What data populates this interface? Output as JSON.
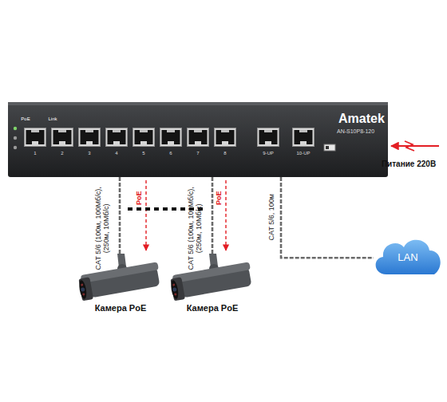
{
  "diagram": {
    "nodes": [
      {
        "text": [
          "Amatek",
          "AN-S10P8-120"
        ]
      },
      {
        "text": [
          "Камера PoE"
        ]
      },
      {
        "text": [
          "Камера PoE"
        ]
      },
      {
        "text": [
          "LAN"
        ]
      }
    ],
    "edges": [
      {
        "from": 0,
        "to": 1,
        "arrow": "none",
        "label": "CAT 5/6 (100м, 100Мб/с), (250м, 10Мб/с)"
      },
      {
        "from": 0,
        "to": 2,
        "arrow": "none",
        "label": "CAT 5/6 (100м, 100Мб/с), (250м, 10Мб/с)"
      },
      {
        "from": 0,
        "to": 3,
        "arrow": "none",
        "label": "CAT 5/6, 100м"
      }
    ],
    "labels": [
      "PoE",
      "Link",
      "1",
      "2",
      "3",
      "4",
      "5",
      "6",
      "7",
      "8",
      "9-UP",
      "10-UP",
      "PoE",
      "PoE",
      "Питание 220В"
    ]
  }
}
